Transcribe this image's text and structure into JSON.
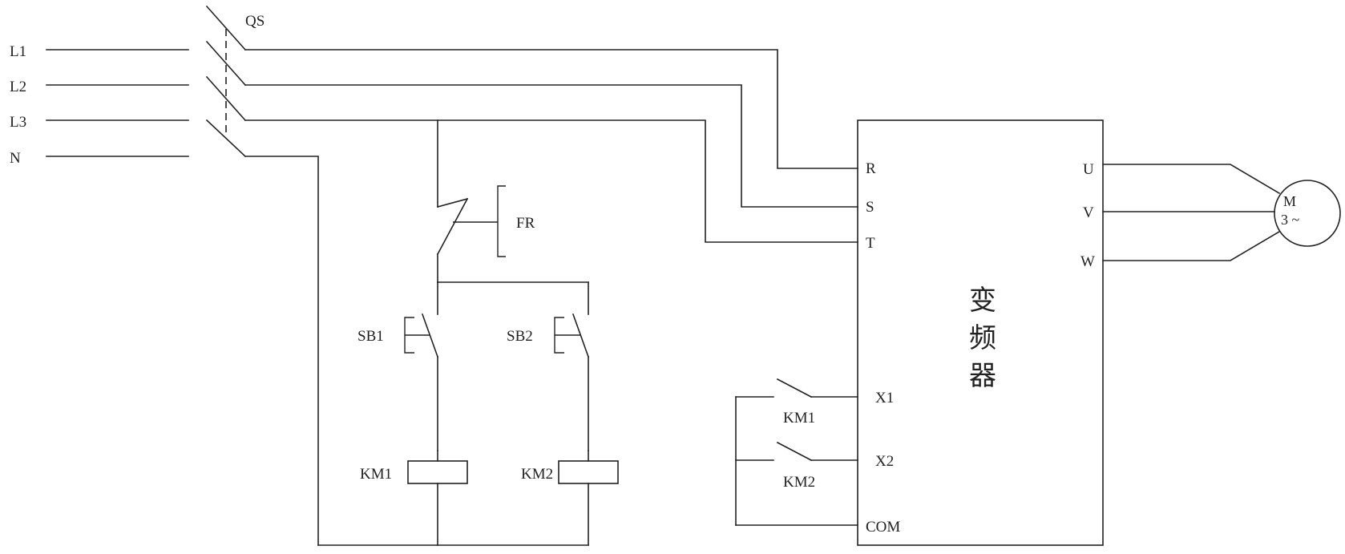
{
  "labels": {
    "l1": "L1",
    "l2": "L2",
    "l3": "L3",
    "n": "N",
    "qs": "QS",
    "fr": "FR",
    "sb1": "SB1",
    "sb2": "SB2",
    "km1_coil": "KM1",
    "km2_coil": "KM2",
    "km1_contact": "KM1",
    "km2_contact": "KM2"
  },
  "inverter": {
    "title": [
      "变",
      "频",
      "器"
    ],
    "terminals": {
      "r": "R",
      "s": "S",
      "t": "T",
      "u": "U",
      "v": "V",
      "w": "W",
      "x1": "X1",
      "x2": "X2",
      "com": "COM"
    }
  },
  "motor": {
    "line1": "M",
    "line2": "3 ~"
  }
}
